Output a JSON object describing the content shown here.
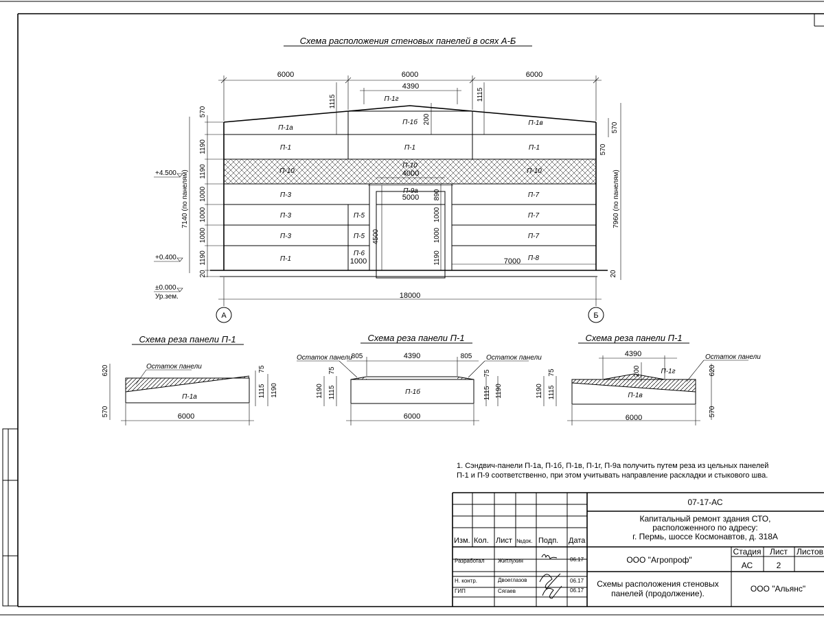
{
  "main_title": "Схема расположения стеновых панелей в осях А-Б",
  "top_dims": [
    "6000",
    "6000",
    "6000"
  ],
  "dim_4390": "4390",
  "dim_1115": "1115",
  "dim_200": "200",
  "left_dims": [
    "570",
    "1190",
    "1190",
    "1000",
    "1000",
    "1000",
    "1190",
    "20"
  ],
  "right_dims": [
    "570",
    "20"
  ],
  "right_upper_gap": "570",
  "opening_right_dims": [
    "890",
    "1000",
    "1000",
    "1190"
  ],
  "label_7140": "7140 (по панелям)",
  "label_7960": "7960 (по панелям)",
  "label_4500": "4500",
  "label_5000": "5000",
  "label_4000": "4000",
  "label_1000": "1000",
  "label_7000": "7000",
  "label_18000": "18000",
  "levels": {
    "l1": "+4.500",
    "l2": "+0.400",
    "l3": "±0.000",
    "ground": "Ур.зем."
  },
  "axes": {
    "a": "А",
    "b": "Б"
  },
  "panels": {
    "p1a": "П-1а",
    "p1b": "П-1б",
    "p1v": "П-1в",
    "p1g": "П-1г",
    "p1": "П-1",
    "p10": "П-10",
    "p3": "П-3",
    "p5": "П-5",
    "p6": "П-6",
    "p7": "П-7",
    "p8": "П-8",
    "p9a": "П-9а"
  },
  "cut_title": "Схема реза панели П-1",
  "remainder": "Остаток панели",
  "cut_dims": {
    "d620": "620",
    "d570": "570",
    "d75": "75",
    "d1115": "1115",
    "d1190": "1190",
    "d6000": "6000",
    "d805": "805",
    "d4390": "4390",
    "d200": "200"
  },
  "note": [
    "1. Сэндвич-панели П-1а, П-1б, П-1в, П-1г, П-9а получить путем реза из цельных панелей",
    "П-1 и П-9 соответственно, при этом учитывать направление раскладки и стыкового шва."
  ],
  "stamp": {
    "code": "07-17-АС",
    "project": [
      "Капитальный ремонт здания СТО,",
      "расположенного по адресу:",
      "г. Пермь, шоссе Космонавтов, д. 318А"
    ],
    "headers": [
      "Изм.",
      "Кол.",
      "Лист",
      "№док.",
      "Подп.",
      "Дата"
    ],
    "roles": [
      "Разработал",
      "Н. контр.",
      "ГИП"
    ],
    "names": [
      "Житлухин",
      "Двоеглазов",
      "Сягаев"
    ],
    "dates": [
      "06.17",
      "06.17",
      "06.17"
    ],
    "company1": "ООО \"Агропроф\"",
    "stage_head": "Стадия",
    "sheet_head": "Лист",
    "sheets_head": "Листов",
    "stage": "АС",
    "sheet": "2",
    "sheet_title": [
      "Схемы расположения стеновых",
      "панелей (продолжение)."
    ],
    "company2": "ООО \"Альянс\""
  }
}
